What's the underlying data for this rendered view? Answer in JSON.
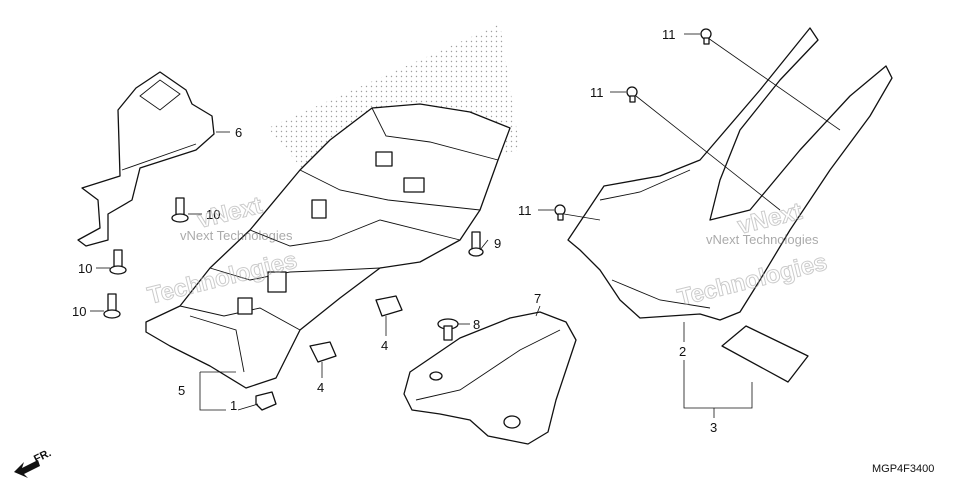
{
  "diagram": {
    "code": "MGP4F3400",
    "direction_label": "FR.",
    "watermark": {
      "line": "vNext Technologies",
      "word1": "vNext",
      "word2": "Technologies"
    },
    "callouts": [
      "1",
      "2",
      "3",
      "4",
      "4",
      "5",
      "6",
      "7",
      "8",
      "9",
      "10",
      "10",
      "10",
      "11",
      "11",
      "11"
    ]
  }
}
